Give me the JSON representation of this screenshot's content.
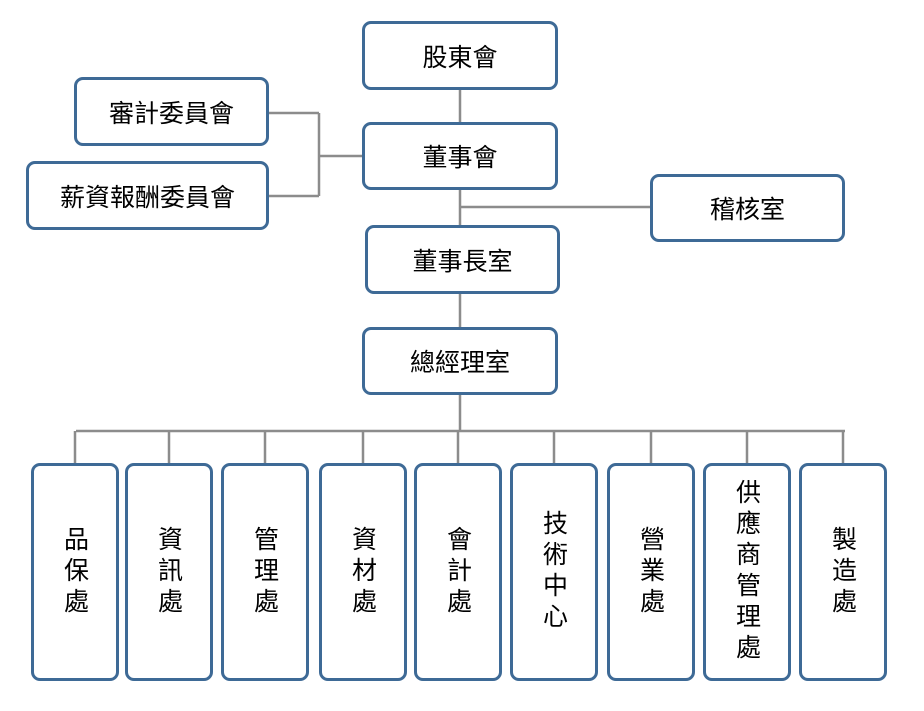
{
  "top": {
    "shareholders": "股東會",
    "board": "董事會",
    "chairman_office": "董事長室",
    "president_office": "總經理室"
  },
  "committees": {
    "audit": "審計委員會",
    "compensation": "薪資報酬委員會"
  },
  "audit_office": "稽核室",
  "departments": [
    "品保處",
    "資訊處",
    "管理處",
    "資材處",
    "會計處",
    "技術中心",
    "營業處",
    "供應商管理處",
    "製造處"
  ],
  "colors": {
    "box_border": "#3e6a96",
    "connector": "#8c8c8c"
  }
}
